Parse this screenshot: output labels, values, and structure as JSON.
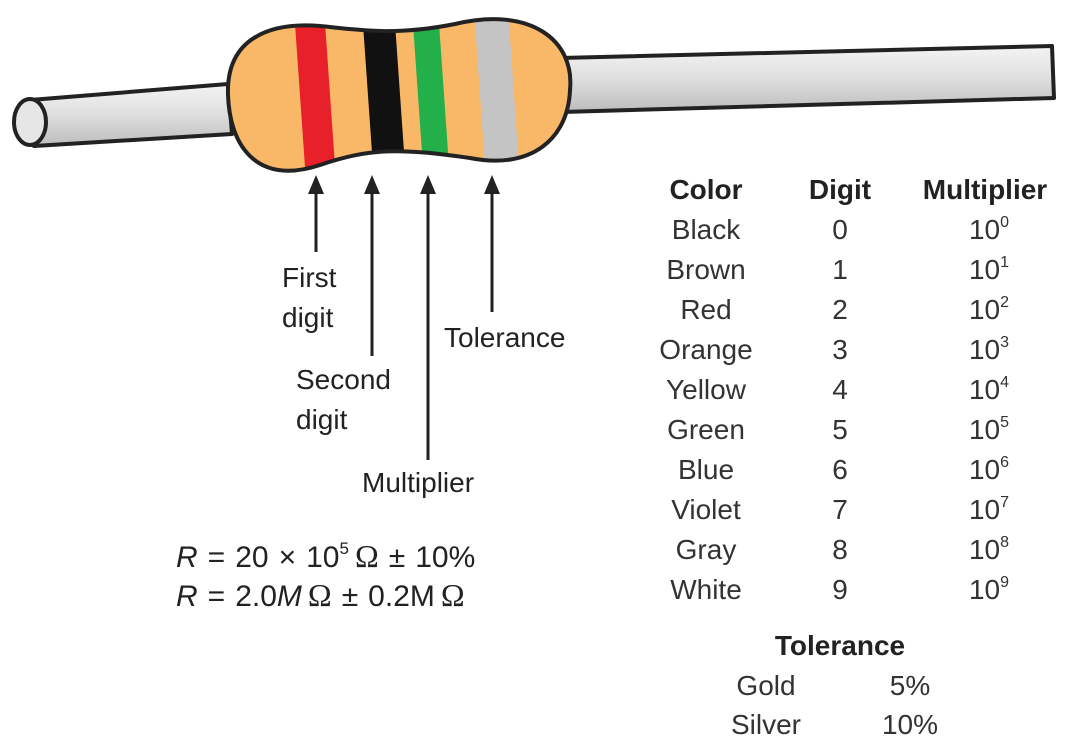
{
  "callouts": {
    "first_digit": [
      "First",
      "digit"
    ],
    "second_digit": [
      "Second",
      "digit"
    ],
    "multiplier": "Multiplier",
    "tolerance": "Tolerance"
  },
  "bands": [
    {
      "name": "Red",
      "color": "#e8202a"
    },
    {
      "name": "Black",
      "color": "#111111"
    },
    {
      "name": "Green",
      "color": "#23b04a"
    },
    {
      "name": "Gray",
      "color": "#c4c4c4"
    }
  ],
  "resistor_body_color": "#f9b768",
  "formulas": [
    {
      "var": "R",
      "eq": "=",
      "num": "20",
      "times": "×",
      "base": "10",
      "exp": "5",
      "omega": "Ω",
      "pm": "±",
      "tol": "10%"
    },
    {
      "var": "R",
      "eq": "=",
      "val": "2.0",
      "unit": "M",
      "omega": "Ω",
      "pm": "±",
      "tol": "0.2M",
      "omega2": "Ω"
    }
  ],
  "color_table": {
    "headers": {
      "color": "Color",
      "digit": "Digit",
      "multiplier": "Multiplier"
    },
    "rows": [
      {
        "color": "Black",
        "digit": "0",
        "base": "10",
        "exp": "0"
      },
      {
        "color": "Brown",
        "digit": "1",
        "base": "10",
        "exp": "1"
      },
      {
        "color": "Red",
        "digit": "2",
        "base": "10",
        "exp": "2"
      },
      {
        "color": "Orange",
        "digit": "3",
        "base": "10",
        "exp": "3"
      },
      {
        "color": "Yellow",
        "digit": "4",
        "base": "10",
        "exp": "4"
      },
      {
        "color": "Green",
        "digit": "5",
        "base": "10",
        "exp": "5"
      },
      {
        "color": "Blue",
        "digit": "6",
        "base": "10",
        "exp": "6"
      },
      {
        "color": "Violet",
        "digit": "7",
        "base": "10",
        "exp": "7"
      },
      {
        "color": "Gray",
        "digit": "8",
        "base": "10",
        "exp": "8"
      },
      {
        "color": "White",
        "digit": "9",
        "base": "10",
        "exp": "9"
      }
    ]
  },
  "tolerance_table": {
    "header": "Tolerance",
    "rows": [
      {
        "name": "Gold",
        "value": "5%"
      },
      {
        "name": "Silver",
        "value": "10%"
      }
    ]
  }
}
